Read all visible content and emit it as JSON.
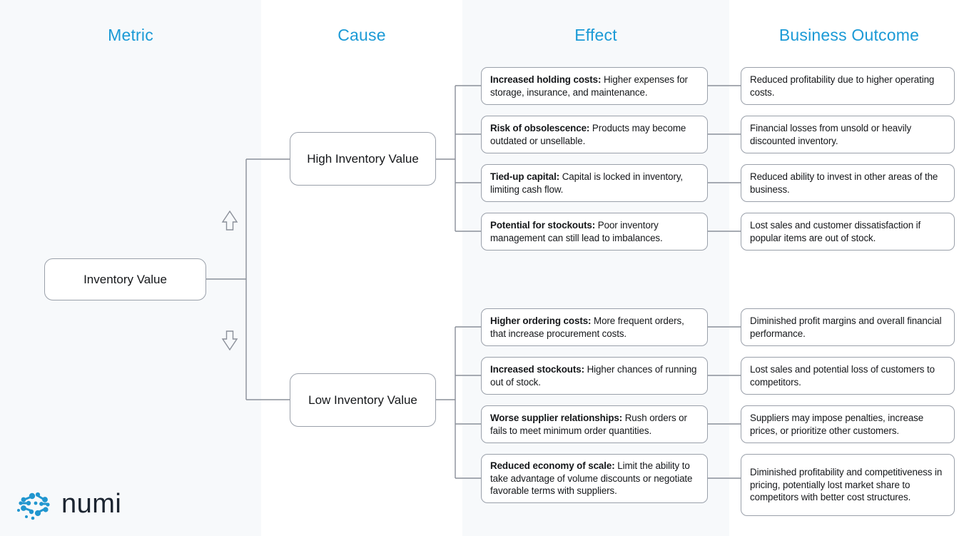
{
  "columns": [
    {
      "key": "metric",
      "label": "Metric"
    },
    {
      "key": "cause",
      "label": "Cause"
    },
    {
      "key": "effect",
      "label": "Effect"
    },
    {
      "key": "outcome",
      "label": "Business Outcome"
    }
  ],
  "colors": {
    "header_blue": "#1b9ad6",
    "band_bg": "#f7f9fb",
    "box_border": "#9aa0aa",
    "connector": "#8a8f99",
    "arrow": "#5b6472",
    "logo_mark": "#2196cf",
    "logo_text": "#1b2430",
    "text": "#15171a"
  },
  "root": {
    "label": "Inventory Value"
  },
  "causes": [
    {
      "id": "high",
      "label": "High Inventory Value",
      "arrow": "up-arrow-icon",
      "arrow_glyph": "↑"
    },
    {
      "id": "low",
      "label": "Low Inventory Value",
      "arrow": "down-arrow-icon",
      "arrow_glyph": "↓"
    }
  ],
  "rows": [
    {
      "cause": "high",
      "effect_bold": "Increased holding costs:",
      "effect_rest": " Higher expenses for storage, insurance, and maintenance.",
      "outcome": "Reduced profitability due to higher operating costs."
    },
    {
      "cause": "high",
      "effect_bold": "Risk of obsolescence:",
      "effect_rest": " Products may become outdated or unsellable.",
      "outcome": "Financial losses from unsold or heavily discounted inventory."
    },
    {
      "cause": "high",
      "effect_bold": "Tied-up capital:",
      "effect_rest": " Capital is locked in inventory, limiting cash flow.",
      "outcome": "Reduced ability to invest in other areas of the business."
    },
    {
      "cause": "high",
      "effect_bold": "Potential for stockouts:",
      "effect_rest": " Poor inventory management can still lead to imbalances.",
      "outcome": "Lost sales and customer dissatisfaction if popular items are out of stock."
    },
    {
      "cause": "low",
      "effect_bold": "Higher ordering costs:",
      "effect_rest": " More frequent orders, that increase procurement costs.",
      "outcome": "Diminished profit margins and overall financial performance."
    },
    {
      "cause": "low",
      "effect_bold": "Increased stockouts:",
      "effect_rest": " Higher chances of running out of stock.",
      "outcome": "Lost sales and potential loss of customers to competitors."
    },
    {
      "cause": "low",
      "effect_bold": "Worse supplier relationships:",
      "effect_rest": " Rush orders or fails to meet minimum order quantities.",
      "outcome": "Suppliers may impose penalties, increase prices, or prioritize other customers."
    },
    {
      "cause": "low",
      "effect_bold": "Reduced economy of scale:",
      "effect_rest": " Limit the ability to take advantage of volume discounts or negotiate favorable terms with suppliers.",
      "outcome": "Diminished profitability and competitiveness in pricing, potentially lost market share to competitors with better cost structures."
    }
  ],
  "logo": {
    "wordmark": "numi",
    "mark_icon": "network-dots-icon"
  }
}
